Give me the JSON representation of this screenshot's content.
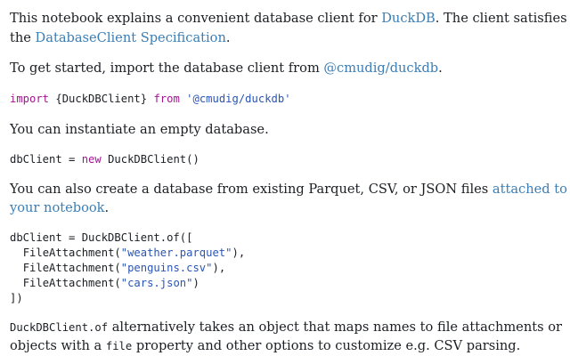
{
  "intro": {
    "line1_prefix": "This notebook explains a convenient database client for ",
    "duckdb_link": "DuckDB",
    "line1_suffix": ". The client satisfies",
    "line2_prefix": "the ",
    "spec_link": "DatabaseClient Specification",
    "line2_suffix": "."
  },
  "start": {
    "prefix": "To get started, import the database client from ",
    "pkg_link": "@cmudig/duckdb",
    "suffix": "."
  },
  "import_code": {
    "kw_import": "import",
    "names": " {DuckDBClient} ",
    "kw_from": "from",
    "space": " ",
    "module": "'@cmudig/duckdb'"
  },
  "instantiate": {
    "text": "You can instantiate an empty database."
  },
  "empty_code": {
    "lhs": "dbClient = ",
    "kw_new": "new",
    "rhs": " DuckDBClient()"
  },
  "files": {
    "line1_prefix": "You can also create a database from existing Parquet, CSV, or JSON files ",
    "attached_link_1": "attached to",
    "attached_link_2": "your notebook",
    "line2_suffix": "."
  },
  "of_code": {
    "line1": "dbClient = DuckDBClient.of([",
    "indent": "  ",
    "fa_call": "FileAttachment(",
    "file1": "\"weather.parquet\"",
    "file2": "\"penguins.csv\"",
    "file3": "\"cars.json\"",
    "close_comma": "),",
    "close": ")",
    "end": "])"
  },
  "outro": {
    "code1": "DuckDBClient.of",
    "line1_suffix": " alternatively takes an object that maps names to file attachments or",
    "line2_prefix": "objects with a ",
    "code2": "file",
    "line2_suffix": " property and other options to customize e.g. CSV parsing."
  }
}
